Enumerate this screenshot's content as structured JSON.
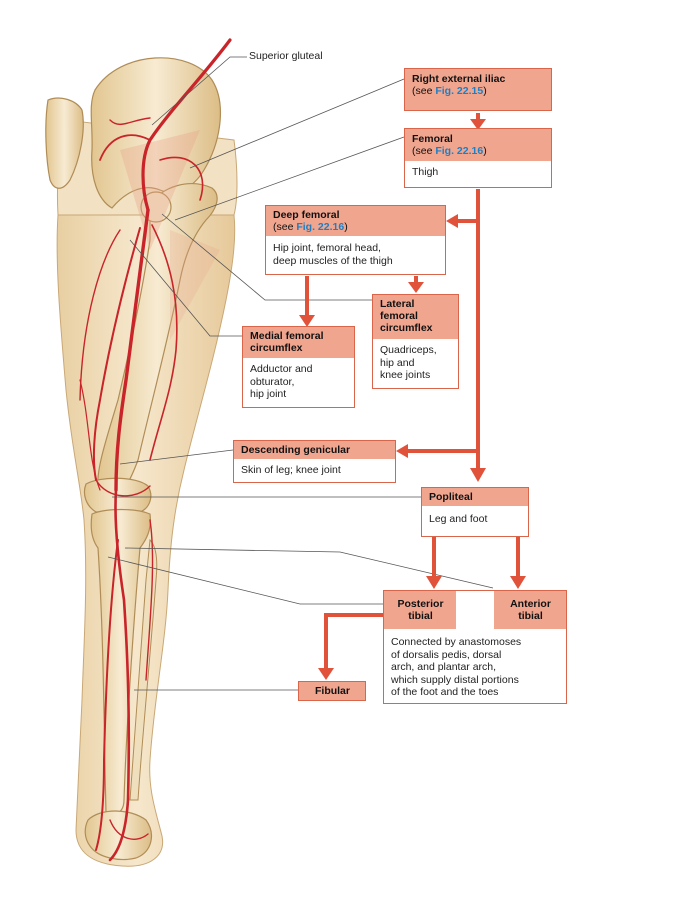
{
  "label_superior_gluteal": "Superior gluteal",
  "boxes": {
    "right_external_iliac": {
      "title": "Right external iliac",
      "see_prefix": "(see ",
      "fig": "Fig. 22.15",
      "see_suffix": ")"
    },
    "femoral": {
      "title": "Femoral",
      "see_prefix": "(see ",
      "fig": "Fig. 22.16",
      "see_suffix": ")",
      "body": "Thigh"
    },
    "deep_femoral": {
      "title": "Deep femoral",
      "see_prefix": "(see ",
      "fig": "Fig. 22.16",
      "see_suffix": ")",
      "body_lines": [
        "Hip joint, femoral head,",
        "deep muscles of the thigh"
      ]
    },
    "lateral_femoral_circumflex": {
      "title_lines": [
        "Lateral",
        "femoral",
        "circumflex"
      ],
      "body_lines": [
        "Quadriceps,",
        "hip and",
        "knee joints"
      ]
    },
    "medial_femoral_circumflex": {
      "title_lines": [
        "Medial femoral",
        "circumflex"
      ],
      "body_lines": [
        "Adductor and",
        "obturator,",
        "hip joint"
      ]
    },
    "descending_genicular": {
      "title": "Descending genicular",
      "body": "Skin of leg; knee joint"
    },
    "popliteal": {
      "title": "Popliteal",
      "body": "Leg and foot"
    },
    "posterior_tibial": {
      "title_lines": [
        "Posterior",
        "tibial"
      ]
    },
    "anterior_tibial": {
      "title_lines": [
        "Anterior",
        "tibial"
      ]
    },
    "tibial_shared": {
      "body_lines": [
        "Connected by anastomoses",
        "of dorsalis pedis, dorsal",
        "arch, and plantar arch,",
        "which supply distal portions",
        "of the foot and the toes"
      ]
    },
    "fibular": {
      "title": "Fibular"
    }
  },
  "colors": {
    "artery": "#c8242a",
    "arrow": "#e0533a",
    "box_border": "#d9654b",
    "box_header": "#f0a58f",
    "bone": "#e9d3a6",
    "skin": "#f3e2c4",
    "fig_ref": "#1e7fc3"
  }
}
